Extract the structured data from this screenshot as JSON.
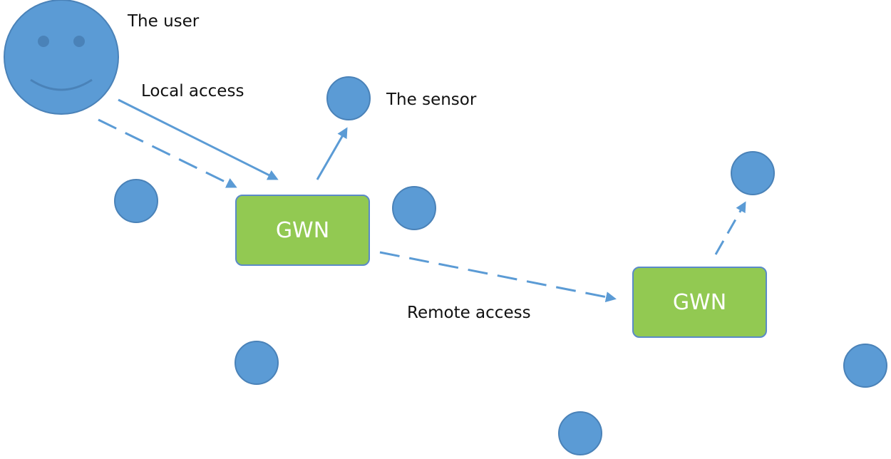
{
  "colors": {
    "node_fill": "#5b9bd5",
    "node_stroke": "#4a82b8",
    "gwn_fill": "#92c952",
    "gwn_border": "#5a8ac8",
    "arrow": "#5b9bd5",
    "text": "#111111"
  },
  "labels": {
    "user": "The user",
    "local_access": "Local access",
    "sensor": "The sensor",
    "remote_access": "Remote access"
  },
  "gateways": [
    {
      "label": "GWN"
    },
    {
      "label": "GWN"
    }
  ],
  "icons": {
    "user": "smiley-face-icon",
    "sensor": "circle-node-icon"
  }
}
